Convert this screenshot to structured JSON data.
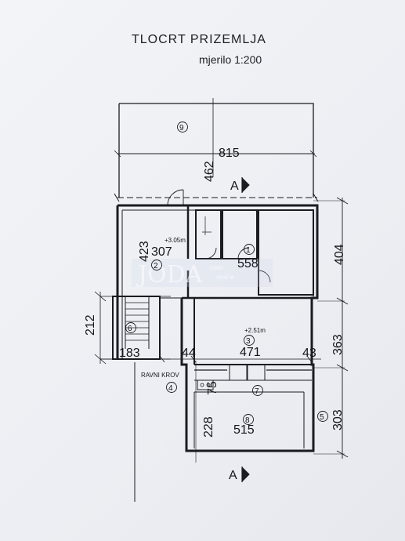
{
  "title": "TLOCRT PRIZEMLJA",
  "scale": "mjerilo 1:200",
  "section_marker": "A",
  "roof_label": "RAVNI KROV",
  "rooms": [
    "9",
    "2",
    "6",
    "3",
    "4",
    "7",
    "8",
    "5",
    "1"
  ],
  "dimensions": {
    "d815": "815",
    "d462": "462",
    "d423": "423",
    "d307": "307",
    "d558": "558",
    "d404": "404",
    "d212": "212",
    "d183": "183",
    "d44": "44",
    "d471": "471",
    "d43": "43",
    "d363": "363",
    "d75": "75",
    "d228": "228",
    "d515": "515",
    "d303": "303"
  },
  "levels": {
    "upper": "+3.05m",
    "lower": "+2.51m"
  },
  "watermark": {
    "logo": "JODA",
    "line1": "nekr",
    "line2": "real e"
  }
}
